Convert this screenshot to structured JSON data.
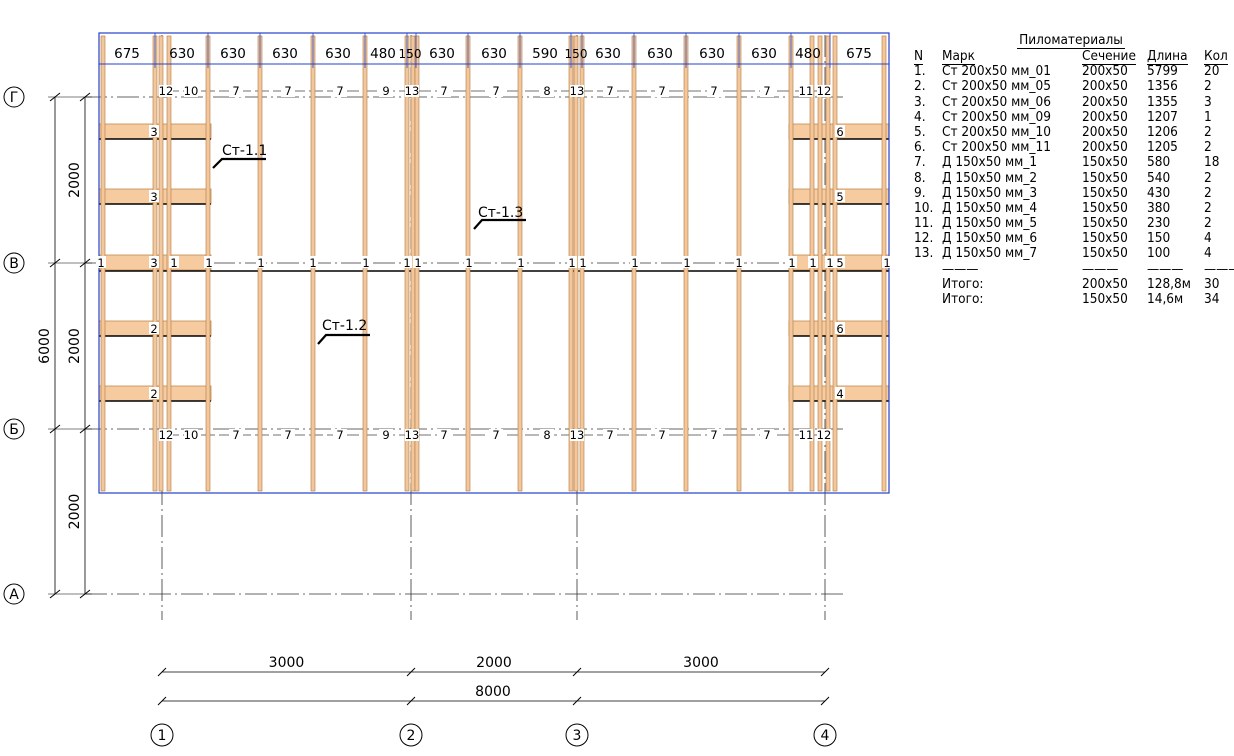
{
  "plan": {
    "axes_letters": [
      "Г",
      "В",
      "Б",
      "А"
    ],
    "axes_numbers": [
      "1",
      "2",
      "3",
      "4"
    ],
    "dims_vertical": [
      "2000",
      "2000",
      "2000"
    ],
    "dim_total_vertical": "6000",
    "dims_horizontal": [
      "3000",
      "2000",
      "3000"
    ],
    "dim_total_horizontal": "8000",
    "top_spacings": [
      "675",
      "630",
      "630",
      "630",
      "630",
      "480",
      "150",
      "630",
      "630",
      "590",
      "150",
      "630",
      "630",
      "630",
      "630",
      "480",
      "675"
    ],
    "marks_top_row": [
      "12",
      "10",
      "7",
      "7",
      "7",
      "9",
      "13",
      "7",
      "7",
      "8",
      "13",
      "7",
      "7",
      "7",
      "7",
      "11",
      "12"
    ],
    "marks_bottom_row": [
      "12",
      "10",
      "7",
      "7",
      "7",
      "9",
      "13",
      "7",
      "7",
      "8",
      "13",
      "7",
      "7",
      "7",
      "7",
      "11",
      "12"
    ],
    "marks_middle_row": [
      "1",
      "3",
      "1",
      "1",
      "1",
      "1",
      "1",
      "1",
      "1",
      "1",
      "1",
      "1",
      "1",
      "1",
      "1",
      "1",
      "1",
      "1",
      "1",
      "5",
      "1"
    ],
    "left_block_marks": [
      "3",
      "3",
      "2",
      "2"
    ],
    "right_block_marks": [
      "6",
      "5",
      "6",
      "4"
    ],
    "wall_labels": [
      "Ст-1.1",
      "Ст-1.2",
      "Ст-1.3"
    ]
  },
  "spec": {
    "title": "Пиломатериалы",
    "headers": [
      "N",
      "Марк",
      "Сечение",
      "Длина",
      "Кол"
    ],
    "rows": [
      [
        "1.",
        "Ст 200x50 мм_01",
        "200x50",
        "5799",
        "20"
      ],
      [
        "2.",
        "Ст 200x50 мм_05",
        "200x50",
        "1356",
        "2"
      ],
      [
        "3.",
        "Ст 200x50 мм_06",
        "200x50",
        "1355",
        "3"
      ],
      [
        "4.",
        "Ст 200x50 мм_09",
        "200x50",
        "1207",
        "1"
      ],
      [
        "5.",
        "Ст 200x50 мм_10",
        "200x50",
        "1206",
        "2"
      ],
      [
        "6.",
        "Ст 200x50 мм_11",
        "200x50",
        "1205",
        "2"
      ],
      [
        "7.",
        "Д 150x50 мм_1",
        "150x50",
        "580",
        "18"
      ],
      [
        "8.",
        "Д 150x50 мм_2",
        "150x50",
        "540",
        "2"
      ],
      [
        "9.",
        "Д 150x50 мм_3",
        "150x50",
        "430",
        "2"
      ],
      [
        "10.",
        "Д 150x50 мм_4",
        "150x50",
        "380",
        "2"
      ],
      [
        "11.",
        "Д 150x50 мм_5",
        "150x50",
        "230",
        "2"
      ],
      [
        "12.",
        "Д 150x50 мм_6",
        "150x50",
        "150",
        "4"
      ],
      [
        "13.",
        "Д 150x50 мм_7",
        "150x50",
        "100",
        "4"
      ],
      [
        "",
        "———",
        "———",
        "———",
        "———"
      ],
      [
        "",
        "Итого:",
        "200x50",
        "128,8м",
        "30"
      ],
      [
        "",
        "Итого:",
        "150x50",
        "14,6м",
        "34"
      ]
    ]
  }
}
